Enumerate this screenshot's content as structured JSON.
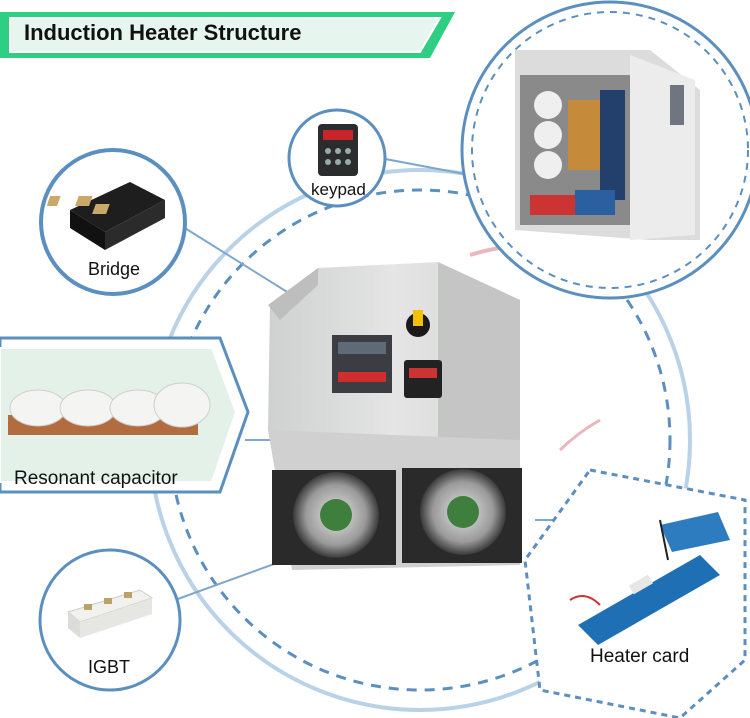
{
  "title": "Induction Heater Structure",
  "components": {
    "keypad": "keypad",
    "bridge": "Bridge",
    "resonant_capacitor": "Resonant capacitor",
    "igbt": "IGBT",
    "heater_card": "Heater card"
  },
  "colors": {
    "banner_green": "#2fcf83",
    "banner_light": "#e6f6ee",
    "ring_blue": "#6f9fc9",
    "dash_blue": "#5b8fbf",
    "pink_arc": "#e9b7bf"
  }
}
